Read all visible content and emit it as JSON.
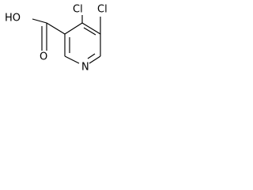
{
  "molecule": {
    "atoms": {
      "cl_left": "Cl",
      "cl_right": "Cl",
      "hydroxyl": "HO",
      "carbonyl_oxygen": "O",
      "ring_nitrogen": "N"
    },
    "colors": {
      "bond": "#000000",
      "label": "#000000",
      "background": "#ffffff"
    }
  }
}
